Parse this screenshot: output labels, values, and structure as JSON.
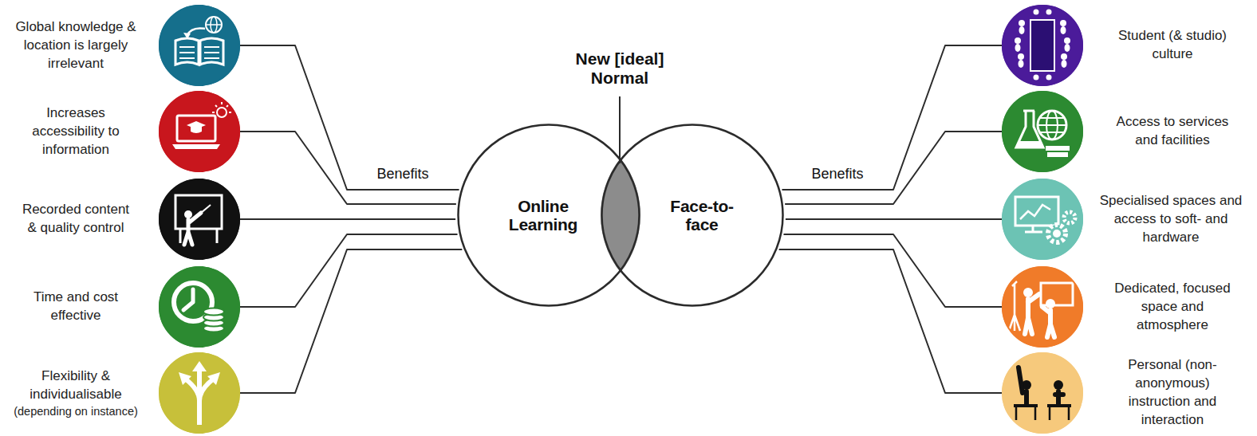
{
  "diagram": {
    "nodes": [
      {
        "text": [
          "Global knowledge & location is largely irrelevant"
        ]
      },
      {
        "text": [
          "Increases accessibility to information"
        ]
      },
      {
        "text": [
          "Recorded content & quality control"
        ]
      },
      {
        "text": [
          "Time and cost effective"
        ]
      },
      {
        "text": [
          "Flexibility & individualisable",
          "(depending on instance)"
        ]
      },
      {
        "text": [
          "Online Learning"
        ]
      },
      {
        "text": [
          "Face-to-face"
        ]
      },
      {
        "text": [
          "Student (& studio) culture"
        ]
      },
      {
        "text": [
          "Access to services and facilities"
        ]
      },
      {
        "text": [
          "Specialised spaces and access to soft- and hardware"
        ]
      },
      {
        "text": [
          "Dedicated, focused space and atmosphere"
        ]
      },
      {
        "text": [
          "Personal (non-anonymous) instruction and interaction"
        ]
      }
    ],
    "edges": [
      {
        "from": 0,
        "to": 5,
        "arrow": "none"
      },
      {
        "from": 1,
        "to": 5,
        "arrow": "none"
      },
      {
        "from": 2,
        "to": 5,
        "arrow": "none"
      },
      {
        "from": 3,
        "to": 5,
        "arrow": "none"
      },
      {
        "from": 4,
        "to": 5,
        "arrow": "none"
      },
      {
        "from": 7,
        "to": 6,
        "arrow": "none"
      },
      {
        "from": 8,
        "to": 6,
        "arrow": "none"
      },
      {
        "from": 9,
        "to": 6,
        "arrow": "none"
      },
      {
        "from": 10,
        "to": 6,
        "arrow": "none"
      },
      {
        "from": 11,
        "to": 6,
        "arrow": "none"
      }
    ],
    "labels": [
      "New [ideal] Normal",
      "Benefits",
      "Benefits"
    ]
  }
}
